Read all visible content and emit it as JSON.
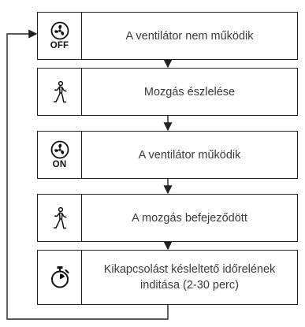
{
  "steps": [
    {
      "icon": "fan-icon",
      "status": "OFF",
      "text": "A ventilátor nem működik"
    },
    {
      "icon": "walking-person-icon",
      "text": "Mozgás észlelése"
    },
    {
      "icon": "fan-icon",
      "status": "ON",
      "text": "A ventilátor működik"
    },
    {
      "icon": "walking-person-icon",
      "text": "A mozgás befejeződött"
    },
    {
      "icon": "stopwatch-icon",
      "text": "Kikapcsolást késleltető időrelének inditása (2-30 perc)"
    }
  ]
}
